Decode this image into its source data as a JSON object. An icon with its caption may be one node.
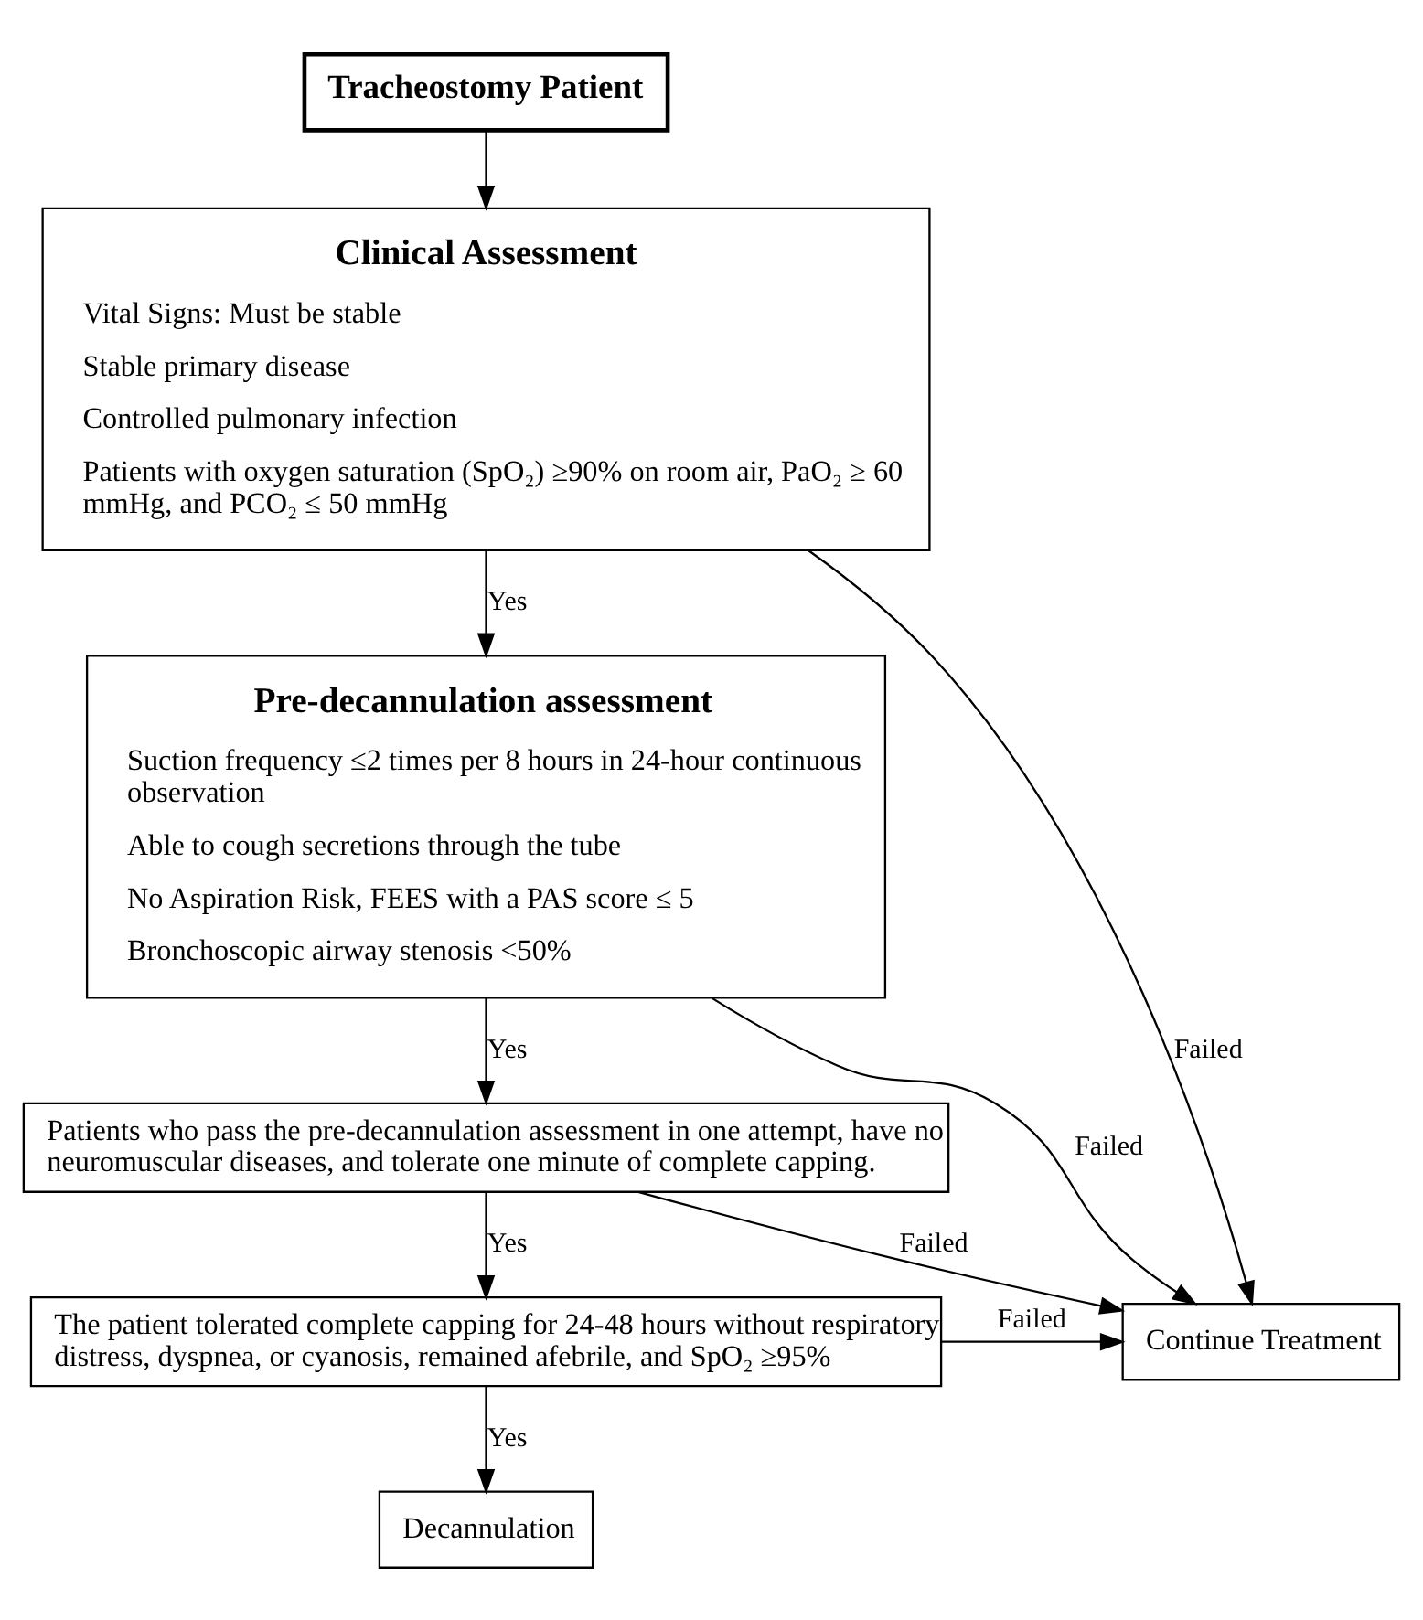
{
  "diagram": {
    "nodes": [
      {
        "text": [
          "Tracheostomy Patient"
        ]
      },
      {
        "text": [
          "Clinical Assessment",
          "Vital Signs: Must be stable",
          "Stable primary disease",
          "Controlled pulmonary infection",
          "Patients with oxygen saturation (SpO₂) ≥90% on room air, PaO₂ ≥ 60 mmHg, and PCO₂ ≤ 50 mmHg"
        ]
      },
      {
        "text": [
          "Pre-decannulation assessment",
          "Suction frequency ≤2 times per 8 hours in 24-hour continuous observation",
          "Able to cough secretions through the tube",
          "No Aspiration Risk, FEES with a PAS score ≤ 5",
          "Bronchoscopic airway stenosis <50%"
        ]
      },
      {
        "text": [
          "Patients who pass the pre-decannulation assessment in one attempt, have no neuromuscular diseases, and tolerate one minute of complete capping."
        ]
      },
      {
        "text": [
          "The patient tolerated complete capping for 24-48 hours without respiratory distress, dyspnea, or cyanosis, remained afebrile, and SpO₂ ≥95%"
        ]
      },
      {
        "text": [
          "Continue Treatment"
        ]
      },
      {
        "text": [
          "Decannulation"
        ]
      }
    ],
    "edges": [
      {
        "from": 0,
        "to": 1,
        "arrow": "to"
      },
      {
        "from": 1,
        "to": 2,
        "arrow": "to",
        "label": "Yes"
      },
      {
        "from": 2,
        "to": 3,
        "arrow": "to",
        "label": "Yes"
      },
      {
        "from": 3,
        "to": 4,
        "arrow": "to",
        "label": "Yes"
      },
      {
        "from": 4,
        "to": 6,
        "arrow": "to",
        "label": "Yes"
      },
      {
        "from": 1,
        "to": 5,
        "arrow": "to",
        "label": "Failed"
      },
      {
        "from": 2,
        "to": 5,
        "arrow": "to",
        "label": "Failed"
      },
      {
        "from": 3,
        "to": 5,
        "arrow": "to",
        "label": "Failed"
      },
      {
        "from": 4,
        "to": 5,
        "arrow": "to",
        "label": "Failed"
      }
    ]
  }
}
